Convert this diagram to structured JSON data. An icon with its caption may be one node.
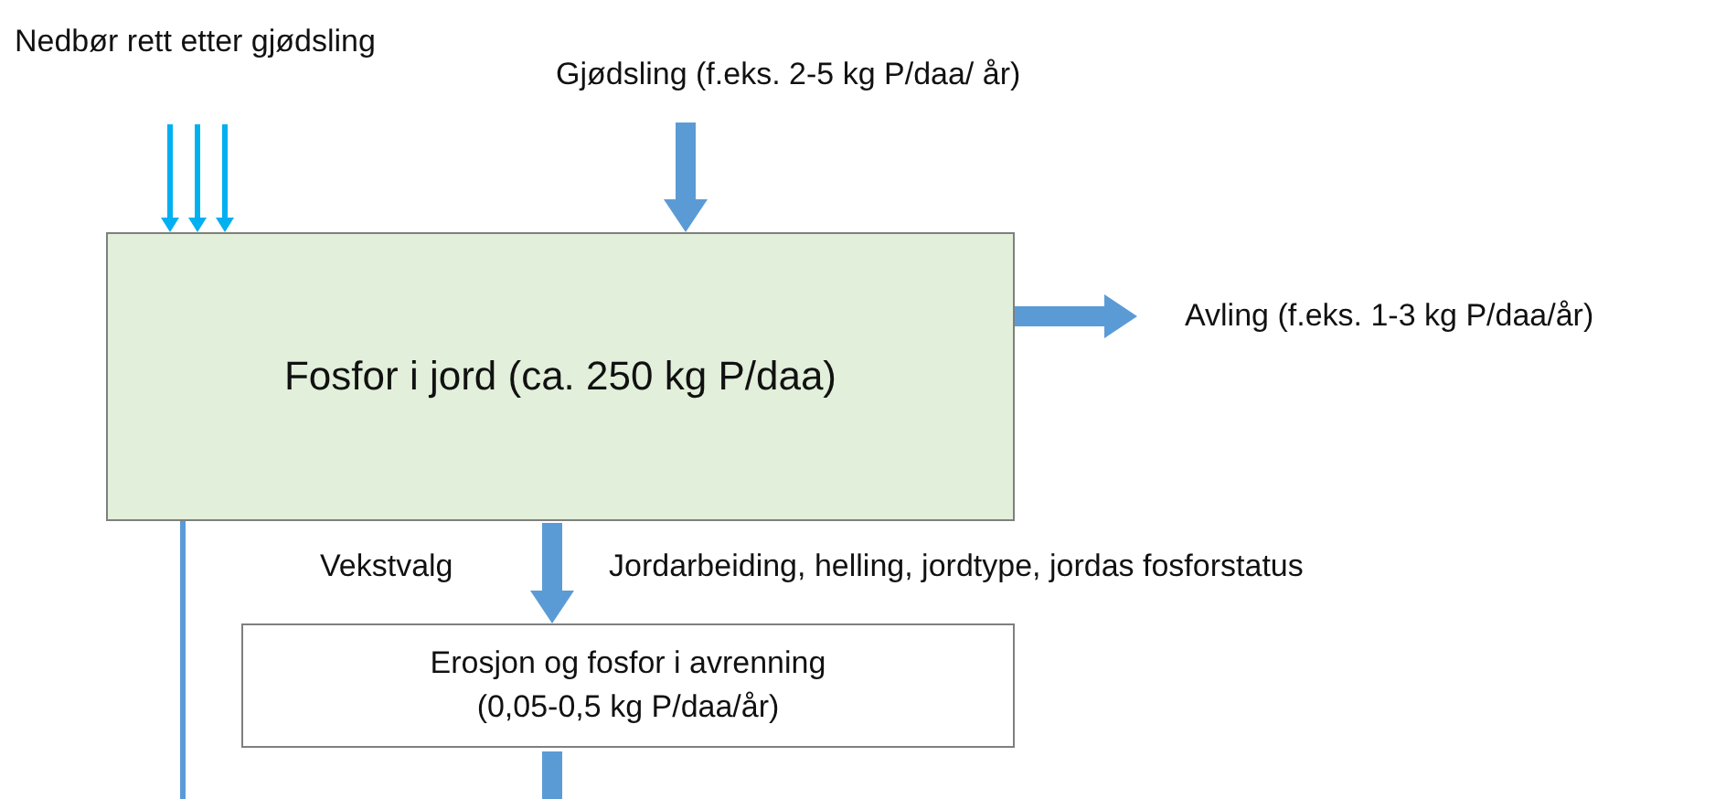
{
  "diagram": {
    "nodes": [
      {
        "text": [
          "Nedbør rett etter gjødsling"
        ]
      },
      {
        "text": [
          "Gjødsling (f.eks. 2-5 kg P/daa/ år)"
        ]
      },
      {
        "text": [
          "Fosfor i jord (ca. 250 kg P/daa)"
        ]
      },
      {
        "text": [
          "Avling (f.eks. 1-3 kg P/daa/år)"
        ]
      },
      {
        "text": [
          "Erosjon og fosfor i avrenning (0,05-0,5 kg P/daa/år)"
        ]
      }
    ],
    "edges": [
      {
        "from": 0,
        "to": 2,
        "arrow": "to",
        "color": "#00b0f0"
      },
      {
        "from": 0,
        "to": 2,
        "arrow": "to",
        "color": "#00b0f0"
      },
      {
        "from": 0,
        "to": 2,
        "arrow": "to",
        "color": "#00b0f0"
      },
      {
        "from": 1,
        "to": 2,
        "arrow": "to",
        "style": "thick"
      },
      {
        "from": 2,
        "to": 3,
        "arrow": "to",
        "style": "thick"
      },
      {
        "from": 2,
        "to": 4,
        "arrow": "to",
        "style": "thick"
      },
      {
        "from": 4,
        "to": null,
        "arrow": "none",
        "style": "thick"
      },
      {
        "from": 2,
        "to": null,
        "arrow": "none"
      }
    ],
    "labels": [
      "Vekstvalg",
      "Jordarbeiding, helling, jordtype, jordas fosforstatus"
    ]
  }
}
